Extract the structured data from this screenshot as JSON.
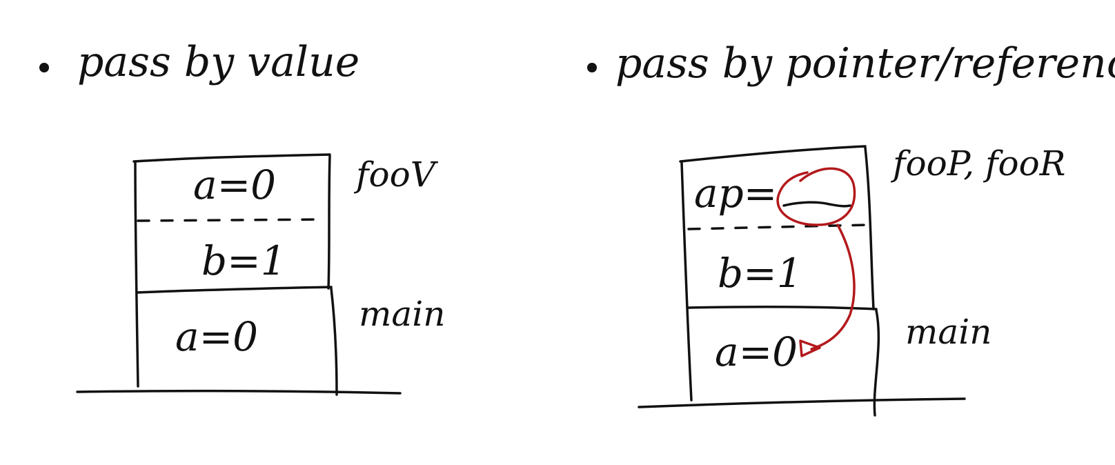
{
  "left": {
    "heading": "pass by value",
    "frame_top_label": "fooV",
    "frame_bottom_label": "main",
    "cells": {
      "a_param": "a=0",
      "b_local": "b=1",
      "a_main": "a=0"
    }
  },
  "right": {
    "heading": "pass by pointer/reference",
    "frame_top_label": "fooP, fooR",
    "frame_bottom_label": "main",
    "cells": {
      "ap_param": "ap=",
      "b_local": "b=1",
      "a_main": "a=0"
    }
  },
  "colors": {
    "ink": "#111111",
    "pointer_arrow": "#b3191c"
  }
}
